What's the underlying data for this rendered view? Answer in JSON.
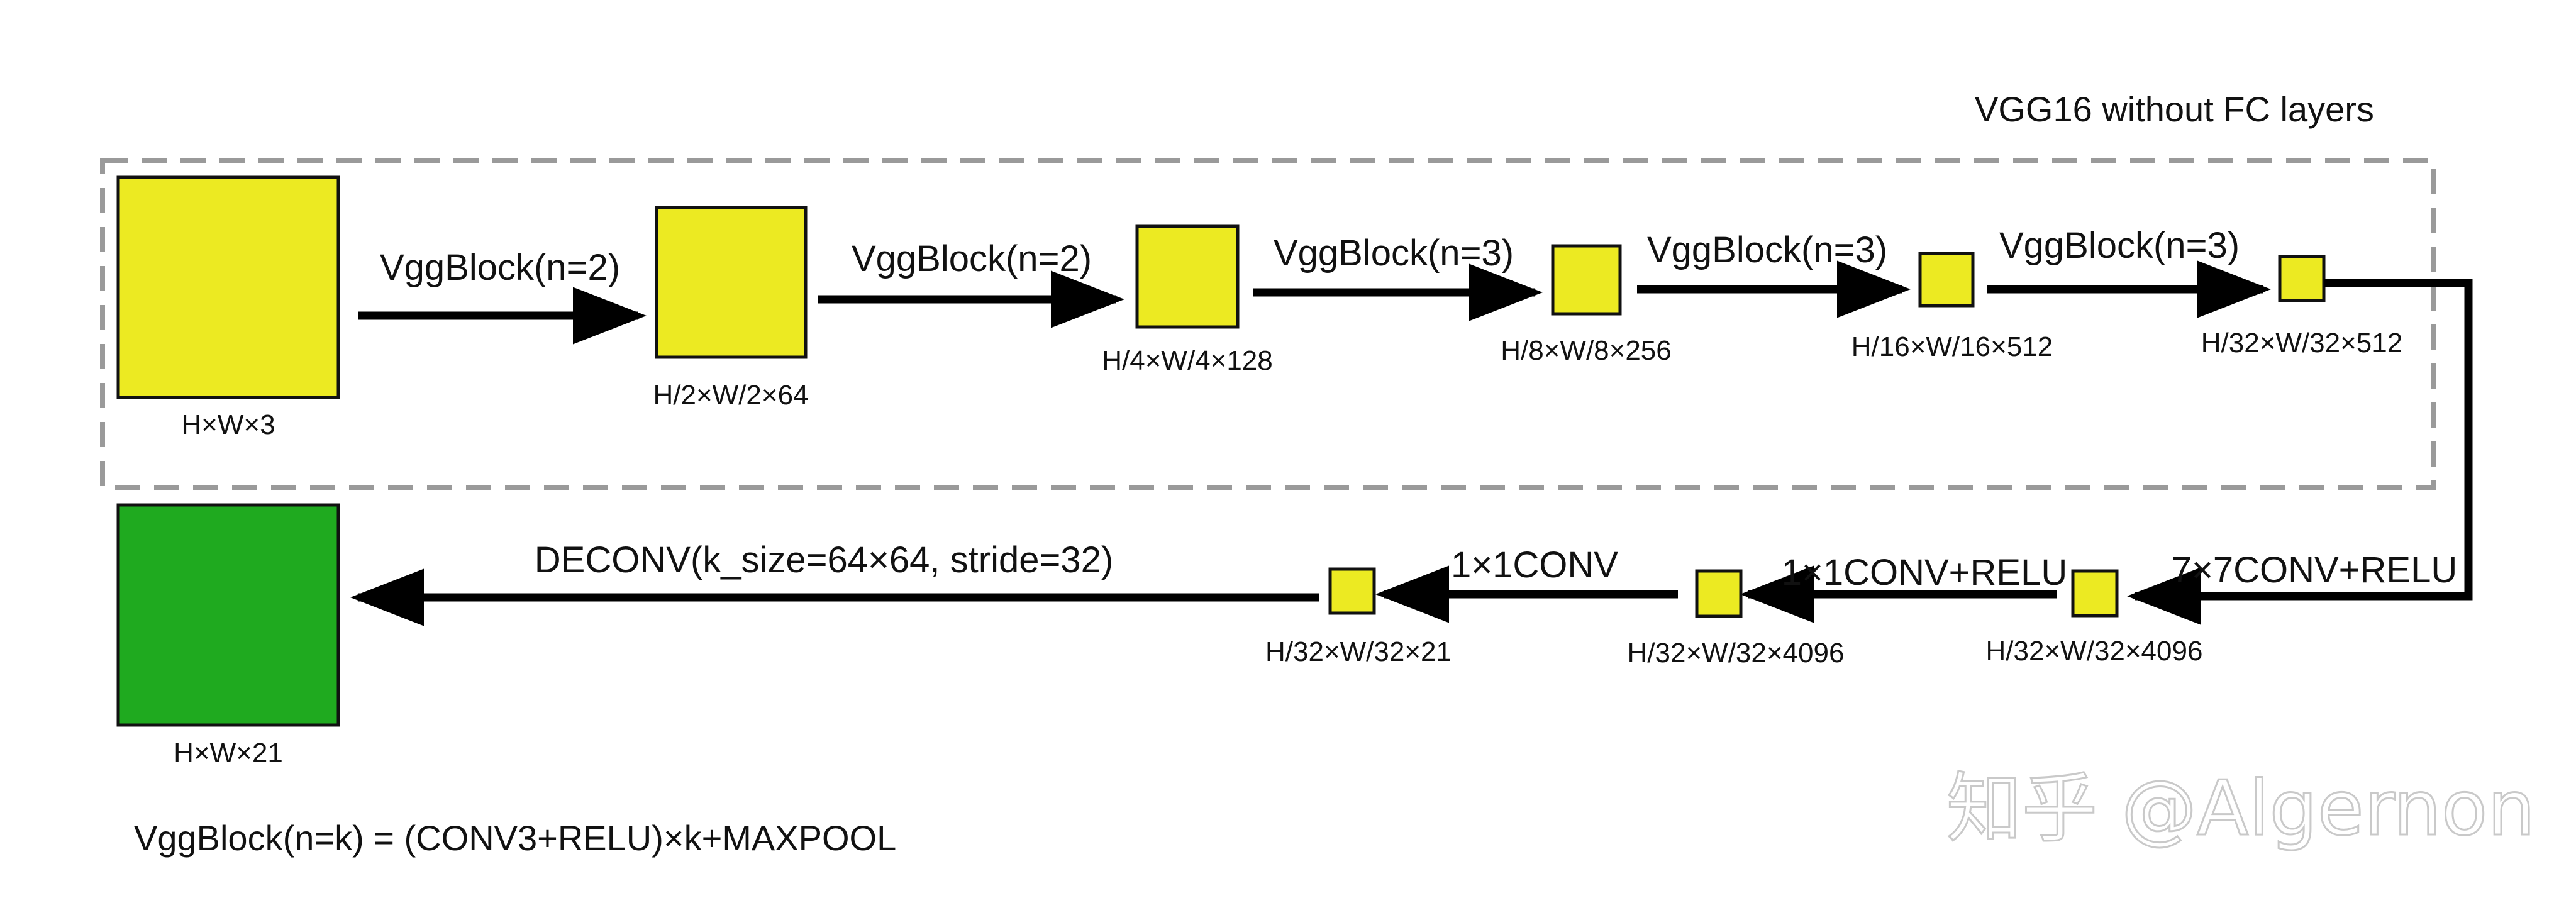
{
  "header": {
    "title": "VGG16 without FC layers"
  },
  "colors": {
    "feature_map": "#ecea22",
    "output_map": "#1faa1f",
    "border": "#111111",
    "dashed_box": "#9a9a9a",
    "arrow": "#000000"
  },
  "encoder": {
    "blocks": [
      {
        "dim": "H×W×3"
      },
      {
        "dim": "H/2×W/2×64"
      },
      {
        "dim": "H/4×W/4×128"
      },
      {
        "dim": "H/8×W/8×256"
      },
      {
        "dim": "H/16×W/16×512"
      },
      {
        "dim": "H/32×W/32×512"
      }
    ],
    "ops": [
      {
        "label": "VggBlock(n=2)"
      },
      {
        "label": "VggBlock(n=2)"
      },
      {
        "label": "VggBlock(n=3)"
      },
      {
        "label": "VggBlock(n=3)"
      },
      {
        "label": "VggBlock(n=3)"
      }
    ]
  },
  "decoder": {
    "blocks": [
      {
        "dim": "H/32×W/32×4096"
      },
      {
        "dim": "H/32×W/32×4096"
      },
      {
        "dim": "H/32×W/32×21"
      },
      {
        "dim": "H×W×21"
      }
    ],
    "ops": [
      {
        "label": "7×7CONV+RELU"
      },
      {
        "label": "1×1CONV+RELU"
      },
      {
        "label": "1×1CONV"
      },
      {
        "label": "DECONV(k_size=64×64, stride=32)"
      }
    ]
  },
  "footnote": {
    "formula": "VggBlock(n=k) = (CONV3+RELU)×k+MAXPOOL"
  },
  "watermark": {
    "text": "知乎 @Algernon"
  }
}
